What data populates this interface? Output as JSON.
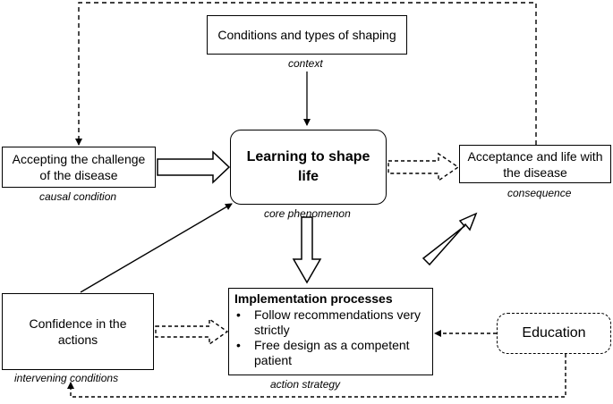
{
  "nodes": {
    "context": {
      "label": "Conditions and types of shaping",
      "caption": "context"
    },
    "causal": {
      "label": "Accepting the challenge of the disease",
      "caption": "causal condition"
    },
    "core": {
      "label": "Learning to shape life",
      "caption": "core phenomenon"
    },
    "consequence": {
      "label": "Acceptance and life with the disease",
      "caption": "consequence"
    },
    "intervening": {
      "label": "Confidence in the actions",
      "caption": "intervening conditions"
    },
    "strategy": {
      "title": "Implementation processes",
      "items": [
        "Follow recommendations very strictly",
        "Free design as a competent patient"
      ],
      "caption": "action strategy"
    },
    "education": {
      "label": "Education"
    }
  },
  "edges": [
    {
      "from": "context",
      "to": "core",
      "style": "solid-line"
    },
    {
      "from": "causal",
      "to": "core",
      "style": "hollow-arrow"
    },
    {
      "from": "core",
      "to": "consequence",
      "style": "dashed-hollow-arrow"
    },
    {
      "from": "core",
      "to": "strategy",
      "style": "hollow-arrow"
    },
    {
      "from": "strategy",
      "to": "consequence",
      "style": "hollow-arrow"
    },
    {
      "from": "intervening",
      "to": "core",
      "style": "solid-line"
    },
    {
      "from": "intervening",
      "to": "strategy",
      "style": "dashed-hollow-arrow"
    },
    {
      "from": "education",
      "to": "strategy",
      "style": "dashed-line"
    },
    {
      "from": "education",
      "to": "intervening",
      "style": "dashed-line"
    },
    {
      "from": "consequence",
      "to": "causal",
      "style": "dashed-line"
    }
  ]
}
